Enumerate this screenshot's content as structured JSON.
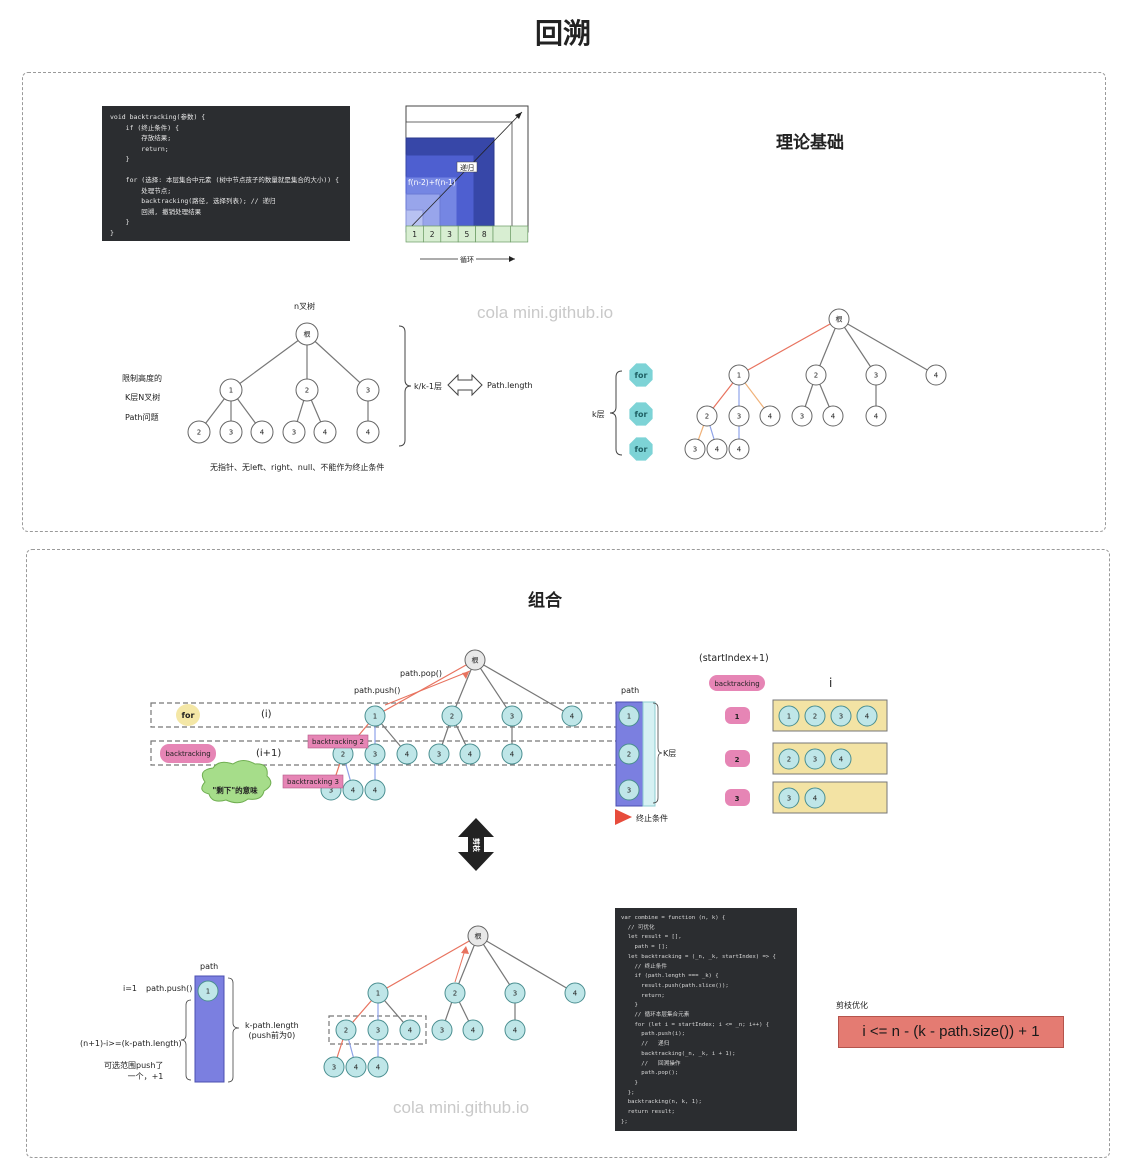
{
  "page_title": "回溯",
  "watermark": "cola mini.github.io",
  "section1": {
    "heading": "理论基础",
    "code": "void backtracking(参数) {\n    if (终止条件) {\n        存放结果;\n        return;\n    }\n\n    for (选择: 本层集合中元素 (树中节点孩子的数量就是集合的大小)) {\n        处理节点;\n        backtracking(路径, 选择列表); // 递归\n        回溯, 撤销处理结果\n    }\n}",
    "grid": {
      "cells": [
        "1",
        "2",
        "3",
        "5",
        "8",
        "",
        ""
      ],
      "recursion_label": "递归",
      "formula_label": "f(n-2)+f(n-1)",
      "loop_label": "循环"
    },
    "tree_title": "n叉树",
    "root_label": "根",
    "left_notes": [
      "限制高度的",
      "K层N叉树",
      "Path问题"
    ],
    "brace_label": "k/k-1层",
    "arrow_label": "Path.length",
    "bottom_note": "无指针、无left、right、null、不能作为终止条件",
    "for_labels": [
      "for",
      "for",
      "for"
    ],
    "k_layer_label": "k层",
    "tree1": {
      "level1": [
        "1",
        "2",
        "3"
      ],
      "level2": [
        "2",
        "3",
        "4",
        "3",
        "4",
        "4"
      ]
    },
    "tree2": {
      "level1": [
        "1",
        "2",
        "3",
        "4"
      ],
      "level2": [
        "2",
        "3",
        "4",
        "3",
        "4",
        "4"
      ],
      "level3": [
        "3",
        "4",
        "4"
      ]
    }
  },
  "section2": {
    "heading": "组合",
    "root_label": "根",
    "path_pop": "path.pop()",
    "path_push": "path.push()",
    "row_for": "for",
    "row_i": "(i)",
    "row_backtracking": "backtracking",
    "row_i1": "(i+1)",
    "bt2": "backtracking 2",
    "bt3": "backtracking 3",
    "cloud": "\"剩下\"的意味",
    "path_label": "path",
    "path_items": [
      "1",
      "2",
      "3"
    ],
    "k_layer": "K层",
    "end_cond": "终止条件",
    "startindex": "(startIndex+1)",
    "bt_badge": "backtracking",
    "i_label": "i",
    "side_rows": [
      {
        "badge": "1",
        "items": [
          "1",
          "2",
          "3",
          "4"
        ]
      },
      {
        "badge": "2",
        "items": [
          "2",
          "3",
          "4"
        ]
      },
      {
        "badge": "3",
        "items": [
          "3",
          "4"
        ]
      }
    ],
    "arrow_text": "剪枝",
    "tree_top": {
      "level1": [
        "1",
        "2",
        "3",
        "4"
      ],
      "level2": [
        "2",
        "3",
        "4",
        "3",
        "4",
        "4"
      ],
      "level3": [
        "3",
        "4",
        "4"
      ]
    },
    "bottom": {
      "path_label": "path",
      "i1": "i=1",
      "push": "path.push()",
      "path_item": "1",
      "formula": "(n+1)-i>=(k-path.length)",
      "note": "可选范围push了\n一个，+1",
      "klen": "k-path.length\n(push前为0)",
      "tree": {
        "level1": [
          "1",
          "2",
          "3",
          "4"
        ],
        "level2": [
          "2",
          "3",
          "4",
          "3",
          "4",
          "4"
        ],
        "level3": [
          "3",
          "4",
          "4"
        ]
      }
    },
    "code": "var combine = function (n, k) {\n  // 可优化\n  let result = [],\n    path = [];\n  let backtracking = (_n, _k, startIndex) => {\n    // 终止条件\n    if (path.length === _k) {\n      result.push(path.slice());\n      return;\n    }\n    // 循环本层集合元素\n    for (let i = startIndex; i <= _n; i++) {\n      path.push(i);\n      //   递归\n      backtracking(_n, _k, i + 1);\n      //   回溯操作\n      path.pop();\n    }\n  };\n  backtracking(n, k, 1);\n  return result;\n};",
    "prune_title": "剪枝优化",
    "prune_formula": "i <= n - (k - path.size()) + 1"
  },
  "colors": {
    "node_fill": "#bfe6e8",
    "node_stroke": "#4b8f91",
    "path_bar": "#7b7fe0",
    "red_line": "#e8735f",
    "pink": "#e685b5",
    "yellow_box": "#f3e3a4",
    "prune_box": "#e47b72"
  }
}
